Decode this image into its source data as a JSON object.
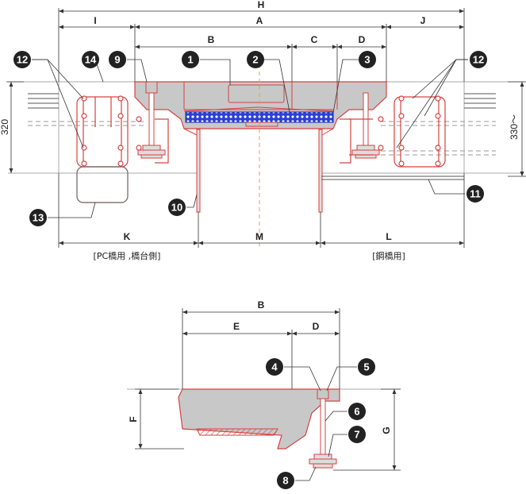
{
  "dimensions": {
    "H": "H",
    "A": "A",
    "B": "B",
    "C": "C",
    "D": "D",
    "E": "E",
    "F": "F",
    "G": "G",
    "I": "I",
    "J": "J",
    "K": "K",
    "L": "L",
    "M": "M",
    "h_left": "320",
    "h_right": "330～"
  },
  "captions": {
    "left": "[PC橋用 ,橋台側]",
    "right": "[鋼橋用]"
  },
  "callouts": {
    "c1": "1",
    "c2": "2",
    "c3": "3",
    "c4": "4",
    "c5": "5",
    "c6": "6",
    "c7": "7",
    "c8": "8",
    "c9": "9",
    "c10": "10",
    "c11": "11",
    "c12a": "12",
    "c12b": "12",
    "c13": "13",
    "c14": "14"
  },
  "colors": {
    "outline": "#d94040",
    "concrete": "#c8c8c8",
    "seal": "#2a3fd6",
    "centerline": "#e8a040"
  }
}
